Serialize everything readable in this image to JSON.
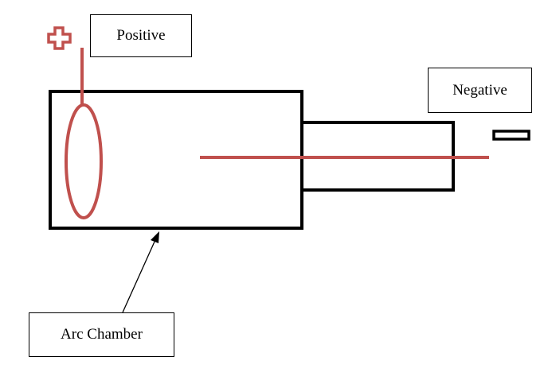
{
  "labels": {
    "positive": "Positive",
    "negative": "Negative",
    "arc_chamber": "Arc Chamber"
  },
  "colors": {
    "electrode": "#c0504d",
    "outline": "#000000",
    "background": "#ffffff"
  },
  "icons": {
    "positive_terminal": "plus-icon",
    "negative_terminal": "minus-icon"
  }
}
